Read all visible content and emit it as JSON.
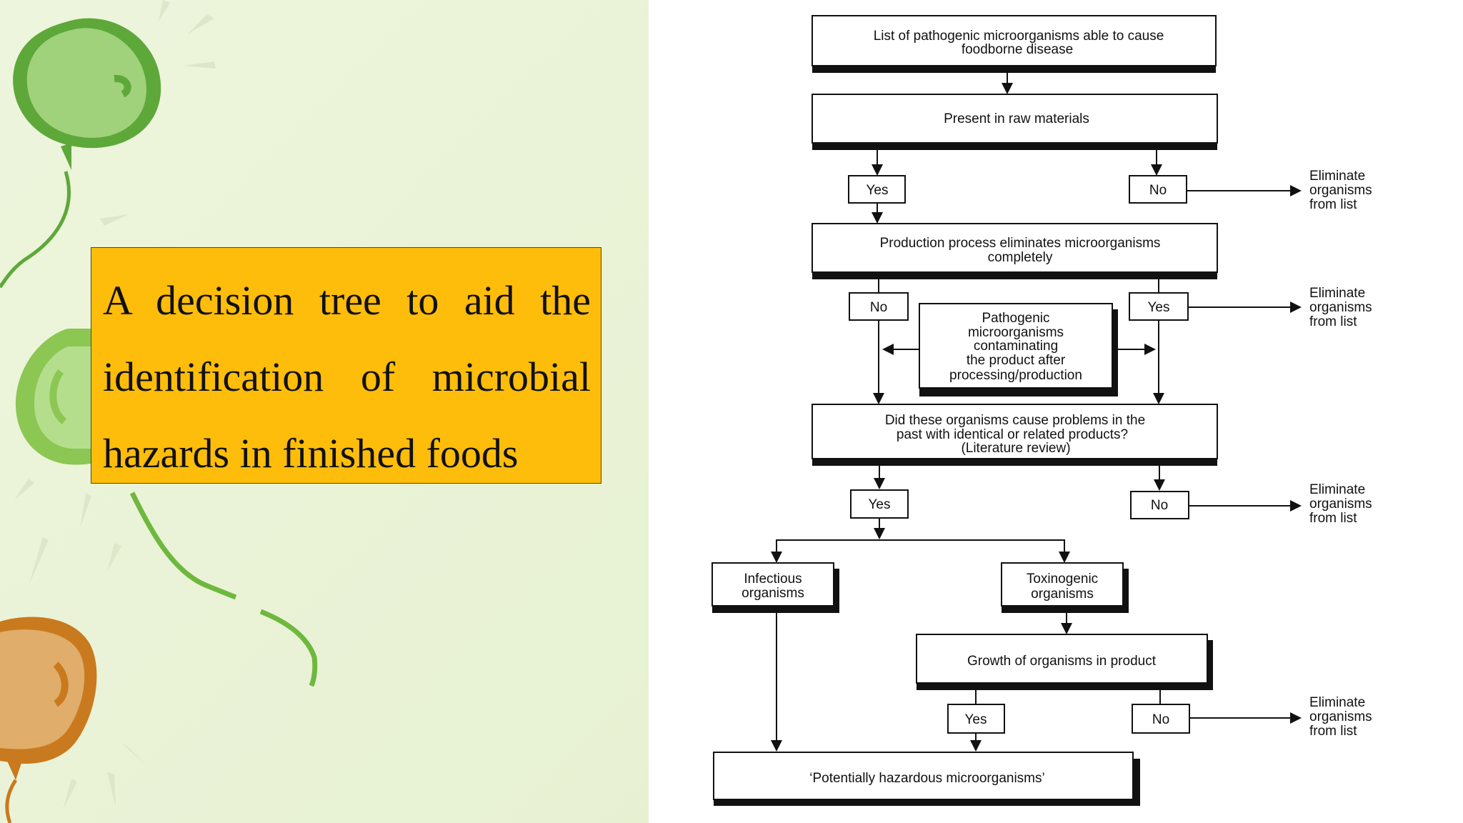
{
  "title": "A decision tree to aid the identification of microbial hazards in finished foods",
  "colors": {
    "background": "#e6f0d0",
    "title_box": "#fdbd0a",
    "diagram_panel": "#ffffff",
    "balloon_green": "#5ea83a",
    "balloon_light_green": "#8cc653",
    "balloon_orange": "#c97a1e"
  },
  "decorations": [
    "balloon-green-top",
    "balloon-green-middle",
    "balloon-orange-bottom"
  ],
  "flowchart": {
    "list_box": [
      "List of pathogenic microorganisms able to cause",
      "foodborne disease"
    ],
    "raw_materials": "Present in raw materials",
    "q1_yes": "Yes",
    "q1_no": "No",
    "production_box": [
      "Production process eliminates microorganisms",
      "completely"
    ],
    "q2_no": "No",
    "q2_yes": "Yes",
    "contamination_box": [
      "Pathogenic",
      "microorganisms",
      "contaminating",
      "the product after",
      "processing/production"
    ],
    "past_problems_box": [
      "Did these organisms cause problems in the",
      "past with identical or related products?",
      "(Literature review)"
    ],
    "q3_yes": "Yes",
    "q3_no": "No",
    "infectious_box": [
      "Infectious",
      "organisms"
    ],
    "toxinogenic_box": [
      "Toxinogenic",
      "organisms"
    ],
    "growth_box": "Growth of organisms in product",
    "q4_yes": "Yes",
    "q4_no": "No",
    "result_box": "‘Potentially hazardous microorganisms’",
    "eliminate": [
      "Eliminate",
      "organisms",
      "from list"
    ]
  }
}
